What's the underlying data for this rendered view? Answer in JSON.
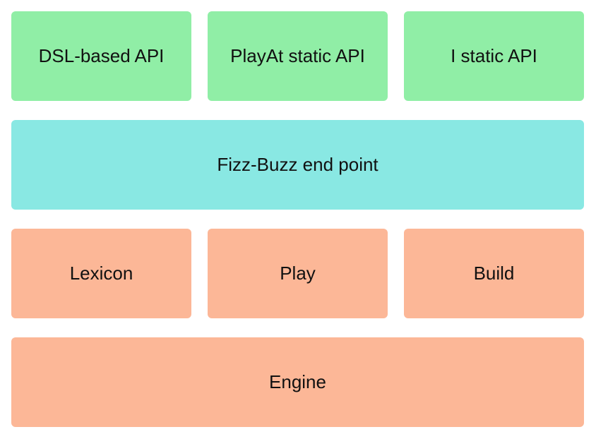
{
  "diagram": {
    "top_row": [
      {
        "label": "DSL-based API"
      },
      {
        "label": "PlayAt static API"
      },
      {
        "label": "I static API"
      }
    ],
    "middle_layer": {
      "label": "Fizz-Buzz end point"
    },
    "lower_row": [
      {
        "label": "Lexicon"
      },
      {
        "label": "Play"
      },
      {
        "label": "Build"
      }
    ],
    "base_layer": {
      "label": "Engine"
    }
  },
  "colors": {
    "api_layer": "#90eea6",
    "endpoint_layer": "#89e8e3",
    "core_layer": "#fcb797"
  }
}
